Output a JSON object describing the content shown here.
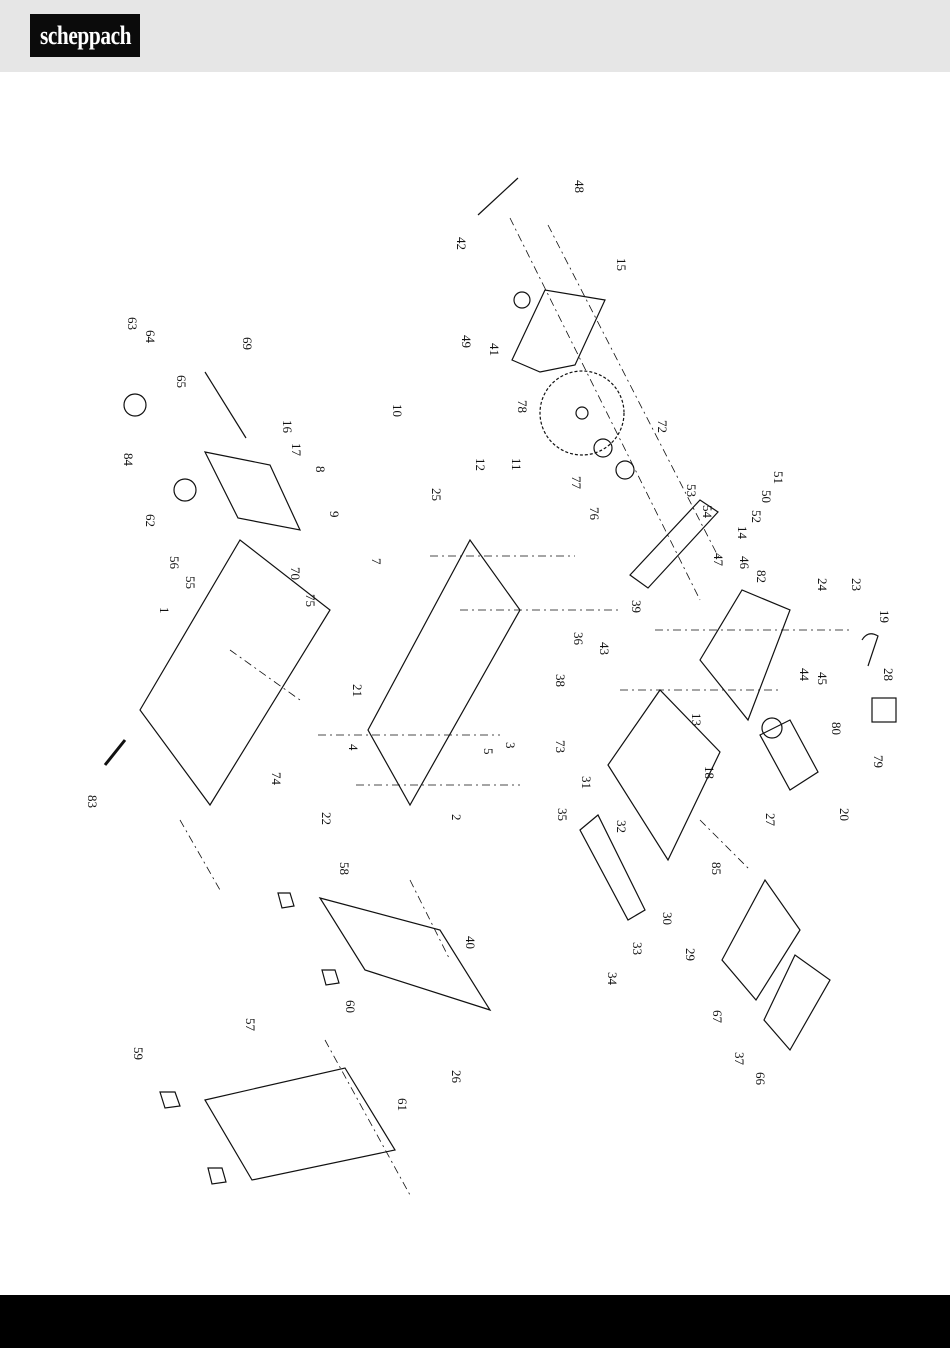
{
  "brand": {
    "name": "scheppach"
  },
  "colors": {
    "header_bg": "#e6e6e6",
    "footer_bg": "#000000",
    "logo_bg": "#0b0b0b",
    "ink": "#111111"
  },
  "labels": [
    {
      "id": "p48",
      "text": "48"
    },
    {
      "id": "p42",
      "text": "42"
    },
    {
      "id": "p15",
      "text": "15"
    },
    {
      "id": "p49",
      "text": "49"
    },
    {
      "id": "p41",
      "text": "41"
    },
    {
      "id": "p78",
      "text": "78"
    },
    {
      "id": "p72",
      "text": "72"
    },
    {
      "id": "p77",
      "text": "77"
    },
    {
      "id": "p76",
      "text": "76"
    },
    {
      "id": "p53",
      "text": "53"
    },
    {
      "id": "p51",
      "text": "51"
    },
    {
      "id": "p50",
      "text": "50"
    },
    {
      "id": "p52",
      "text": "52"
    },
    {
      "id": "p54",
      "text": "54"
    },
    {
      "id": "p14",
      "text": "14"
    },
    {
      "id": "p46",
      "text": "46"
    },
    {
      "id": "p47",
      "text": "47"
    },
    {
      "id": "p82",
      "text": "82"
    },
    {
      "id": "p24",
      "text": "24"
    },
    {
      "id": "p23",
      "text": "23"
    },
    {
      "id": "p19",
      "text": "19"
    },
    {
      "id": "p28",
      "text": "28"
    },
    {
      "id": "p44",
      "text": "44"
    },
    {
      "id": "p45",
      "text": "45"
    },
    {
      "id": "p80",
      "text": "80"
    },
    {
      "id": "p79",
      "text": "79"
    },
    {
      "id": "p13",
      "text": "13"
    },
    {
      "id": "p20",
      "text": "20"
    },
    {
      "id": "p18",
      "text": "18"
    },
    {
      "id": "p27",
      "text": "27"
    },
    {
      "id": "p39",
      "text": "39"
    },
    {
      "id": "p36",
      "text": "36"
    },
    {
      "id": "p43",
      "text": "43"
    },
    {
      "id": "p38",
      "text": "38"
    },
    {
      "id": "p73",
      "text": "73"
    },
    {
      "id": "p31",
      "text": "31"
    },
    {
      "id": "p32",
      "text": "32"
    },
    {
      "id": "p35",
      "text": "35"
    },
    {
      "id": "p85",
      "text": "85"
    },
    {
      "id": "p30",
      "text": "30"
    },
    {
      "id": "p33",
      "text": "33"
    },
    {
      "id": "p29",
      "text": "29"
    },
    {
      "id": "p34",
      "text": "34"
    },
    {
      "id": "p67",
      "text": "67"
    },
    {
      "id": "p37",
      "text": "37"
    },
    {
      "id": "p66",
      "text": "66"
    },
    {
      "id": "p63",
      "text": "63"
    },
    {
      "id": "p64",
      "text": "64"
    },
    {
      "id": "p65",
      "text": "65"
    },
    {
      "id": "p69",
      "text": "69"
    },
    {
      "id": "p84",
      "text": "84"
    },
    {
      "id": "p62",
      "text": "62"
    },
    {
      "id": "p16",
      "text": "16"
    },
    {
      "id": "p17",
      "text": "17"
    },
    {
      "id": "p8",
      "text": "8"
    },
    {
      "id": "p10",
      "text": "10"
    },
    {
      "id": "p12",
      "text": "12"
    },
    {
      "id": "p11",
      "text": "11"
    },
    {
      "id": "p25",
      "text": "25"
    },
    {
      "id": "p9",
      "text": "9"
    },
    {
      "id": "p7",
      "text": "7"
    },
    {
      "id": "p56",
      "text": "56"
    },
    {
      "id": "p55",
      "text": "55"
    },
    {
      "id": "p70",
      "text": "70"
    },
    {
      "id": "p75",
      "text": "75"
    },
    {
      "id": "p1",
      "text": "1"
    },
    {
      "id": "p21",
      "text": "21"
    },
    {
      "id": "p4",
      "text": "4"
    },
    {
      "id": "p5",
      "text": "5"
    },
    {
      "id": "p3",
      "text": "3"
    },
    {
      "id": "p74",
      "text": "74"
    },
    {
      "id": "p22",
      "text": "22"
    },
    {
      "id": "p2",
      "text": "2"
    },
    {
      "id": "p83",
      "text": "83"
    },
    {
      "id": "p58",
      "text": "58"
    },
    {
      "id": "p40",
      "text": "40"
    },
    {
      "id": "p60",
      "text": "60"
    },
    {
      "id": "p57",
      "text": "57"
    },
    {
      "id": "p59",
      "text": "59"
    },
    {
      "id": "p61",
      "text": "61"
    },
    {
      "id": "p26",
      "text": "26"
    }
  ]
}
